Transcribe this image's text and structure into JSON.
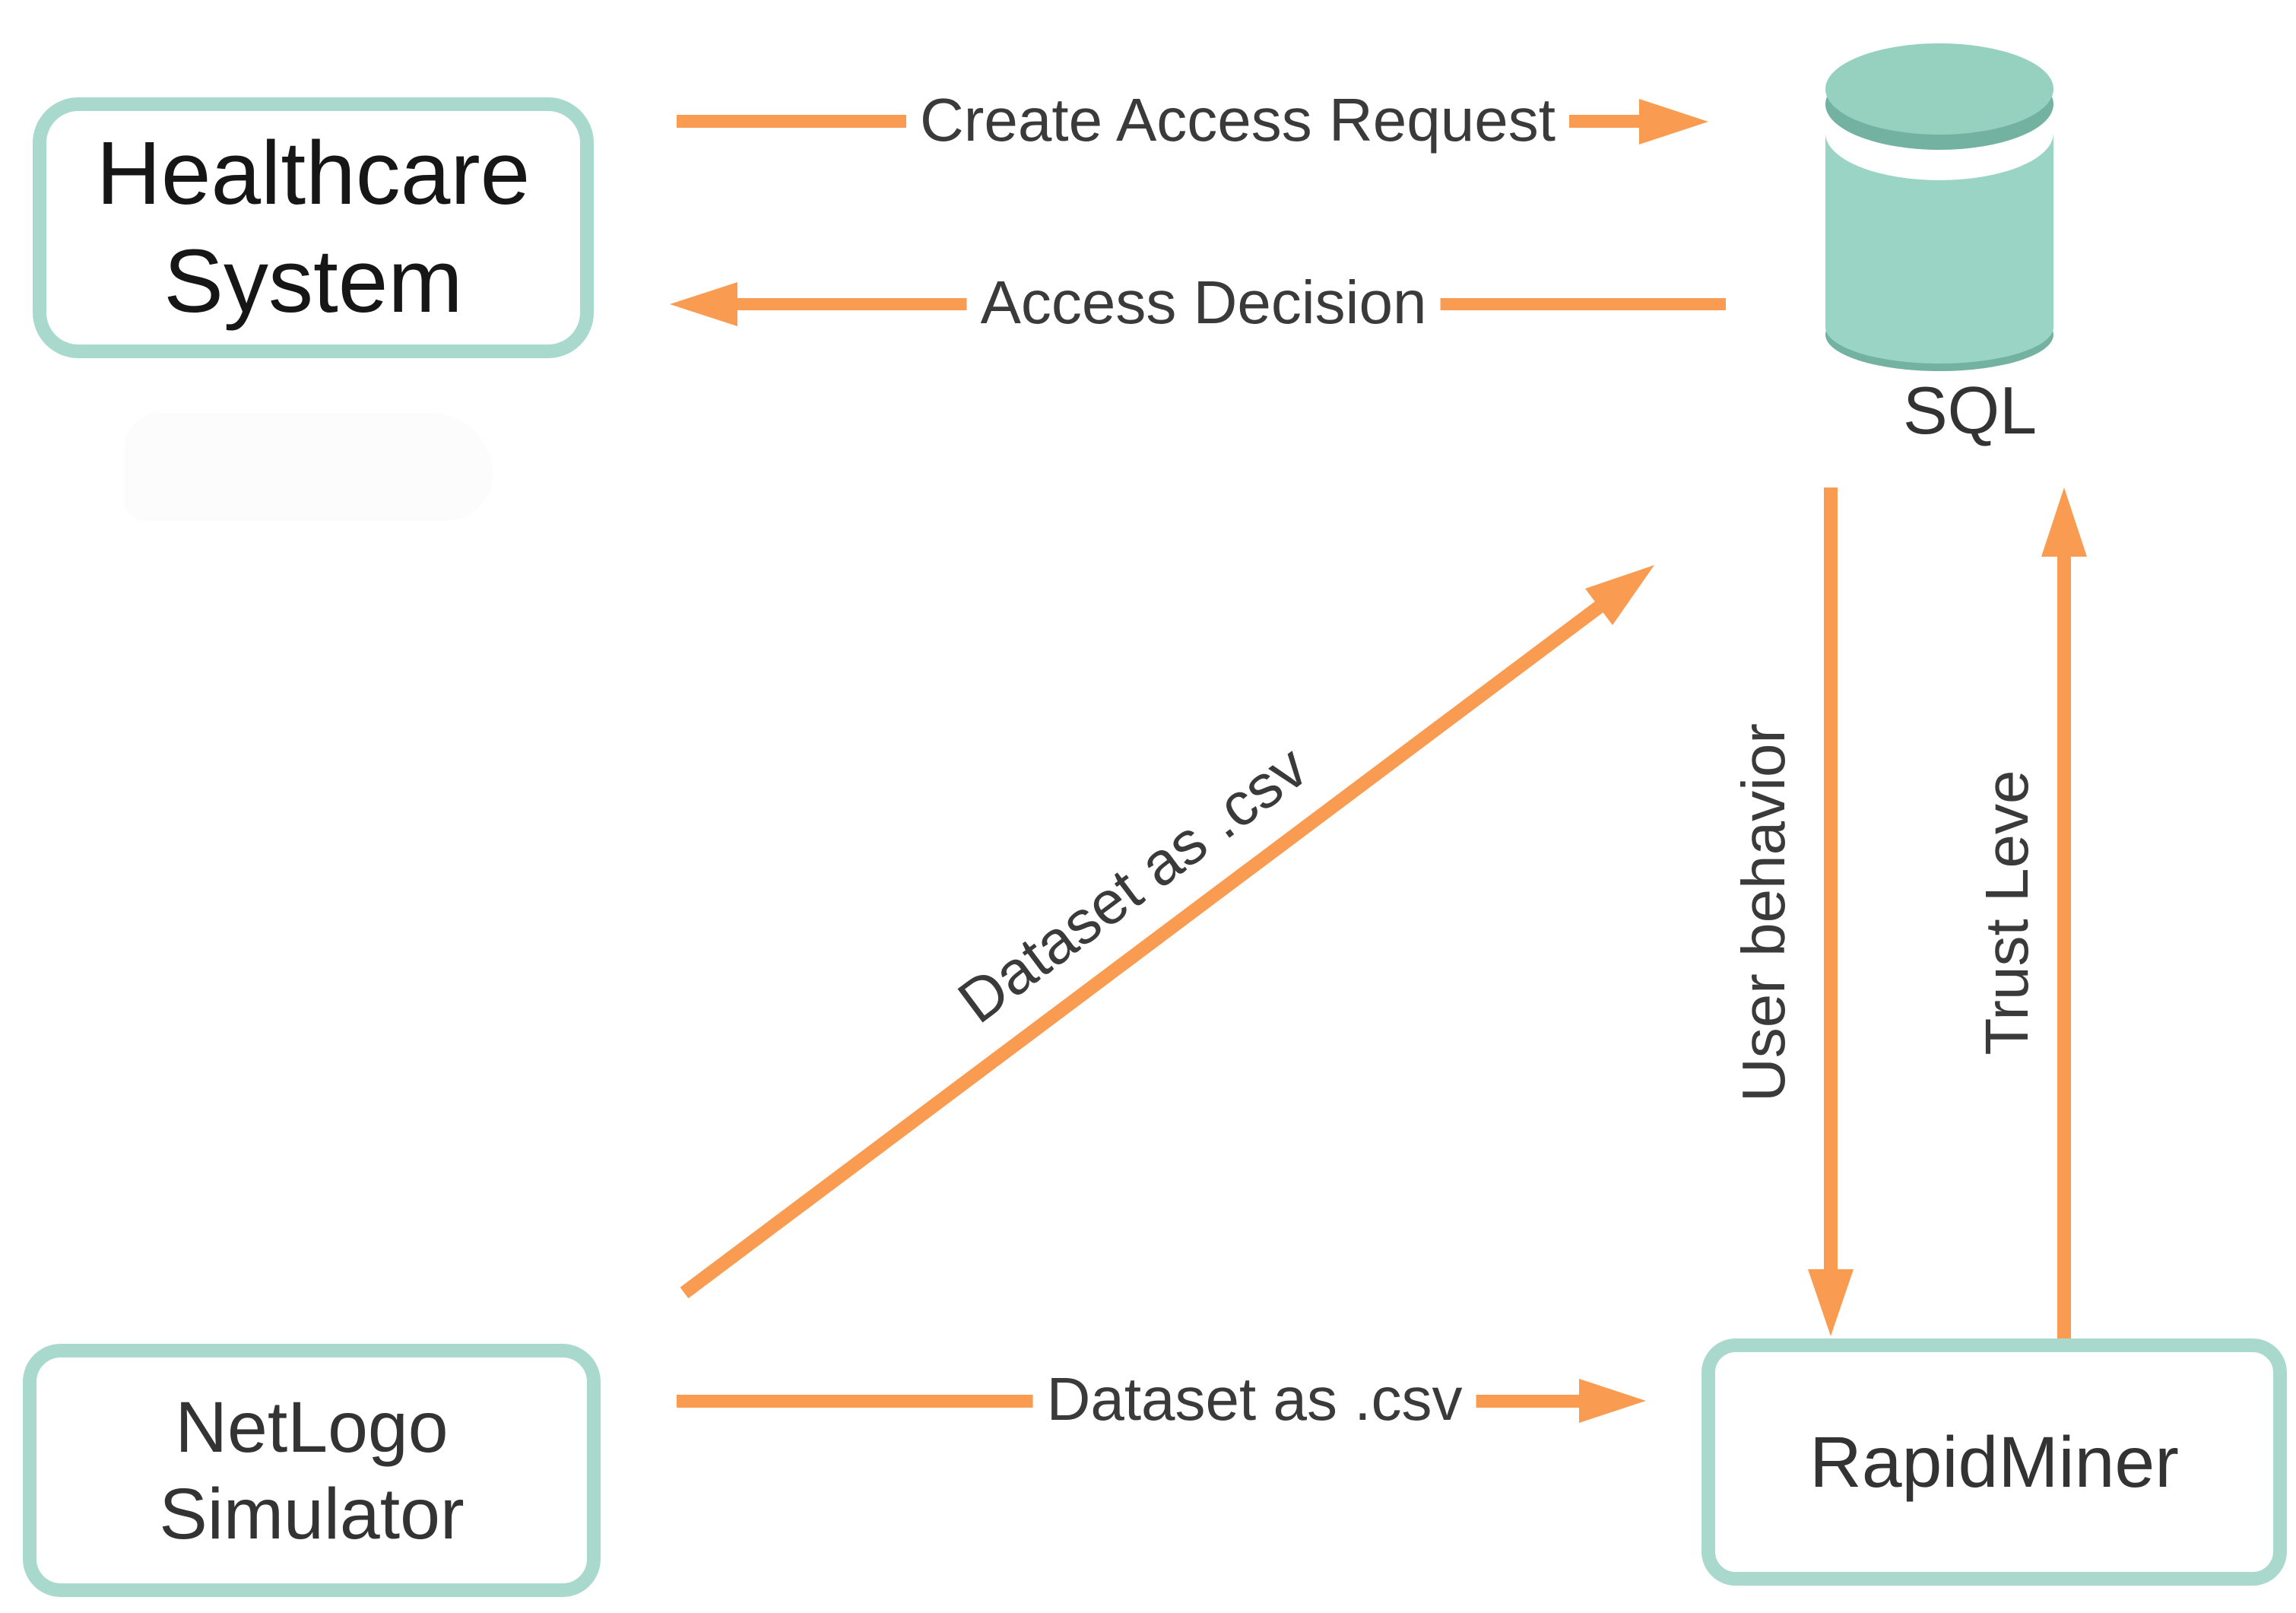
{
  "diagram": {
    "colors": {
      "arrow": "#F99C52",
      "box_border": "#A9D9CC",
      "label_text": "#3a3a3a",
      "box_text": "#222222",
      "cyl_body": "#9AD4C4",
      "cyl_top": "#96D1C0",
      "cyl_rim": "#73B2A1"
    },
    "nodes": {
      "healthcare": {
        "line1": "Healthcare",
        "line2": "System"
      },
      "netlogo": {
        "line1": "NetLogo",
        "line2": "Simulator"
      },
      "rapidminer": {
        "label": "RapidMiner"
      },
      "sql": {
        "label": "SQL"
      }
    },
    "edges": {
      "create_access_request": {
        "label": "Create Access Request"
      },
      "access_decision": {
        "label": "Access Decision"
      },
      "dataset_csv_diagonal": {
        "label": "Dataset as .csv"
      },
      "user_behavior": {
        "label": "User behavior"
      },
      "trust_level": {
        "label": "Trust Leve"
      },
      "dataset_csv_bottom": {
        "label": "Dataset as .csv"
      }
    }
  }
}
